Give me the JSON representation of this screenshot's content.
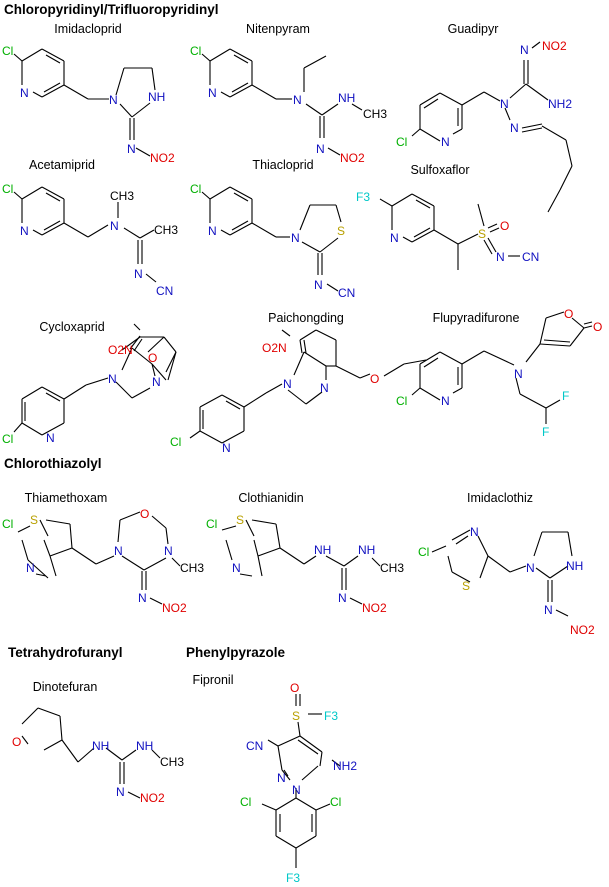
{
  "sections": {
    "chloropyridinyl": "Chloropyridinyl/Trifluoropyridinyl",
    "chlorothiazolyl": "Chlorothiazolyl",
    "tetrahydrofuranyl": "Tetrahydrofuranyl",
    "phenylpyrazole": "Phenylpyrazole"
  },
  "compounds": {
    "imidacloprid": "Imidacloprid",
    "nitenpyram": "Nitenpyram",
    "guadipyr": "Guadipyr",
    "acetamiprid": "Acetamiprid",
    "thiacloprid": "Thiacloprid",
    "sulfoxaflor": "Sulfoxaflor",
    "cycloxaprid": "Cycloxaprid",
    "paichongding": "Paichongding",
    "flupyradifurone": "Flupyradifurone",
    "thiamethoxam": "Thiamethoxam",
    "clothianidin": "Clothianidin",
    "imidaclothiz": "Imidaclothiz",
    "dinotefuran": "Dinotefuran",
    "fipronil": "Fipronil"
  },
  "atom_labels": {
    "cl": "Cl",
    "n": "N",
    "nh": "NH",
    "nh2": "NH2",
    "o": "O",
    "s": "S",
    "no2": "NO2",
    "cn": "CN",
    "ch3": "CH3",
    "f": "F",
    "f3": "F3",
    "o2n": "O2N"
  },
  "colors": {
    "chlorine": "#00b000",
    "nitrogen": "#1010c0",
    "oxygen": "#e00000",
    "sulfur": "#b8a000",
    "fluorine": "#00c8c8",
    "bond": "#000000"
  }
}
